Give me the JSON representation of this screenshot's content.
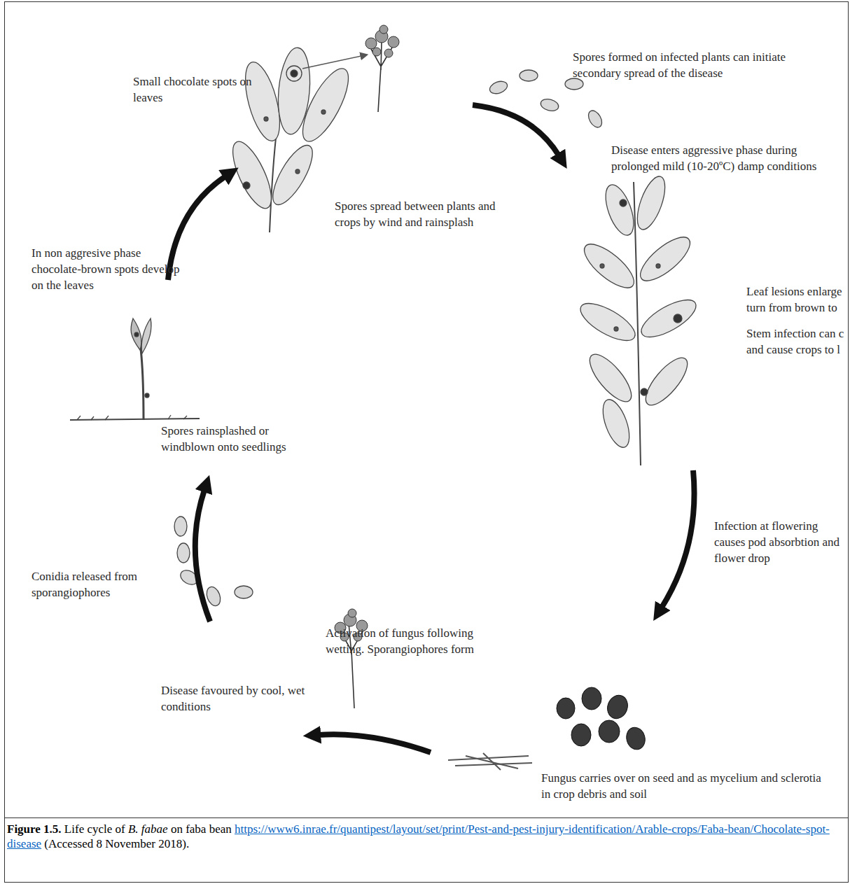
{
  "diagram": {
    "caption": "Figure 1.5. Life cycle of B. fabae on faba bean https://www6.inrae.fr/quantipest/layout/set/print/Pest-and-pest-injury-identification/Arable-crops/Faba-bean/Chocolate-spot-disease (Accessed 8 November 2018).",
    "labels": [
      "Small chocolate spots on leaves",
      "Spores formed on infected plants can initiate secondary spread of the disease",
      "Disease enters aggressive phase during prolonged mild (10-20ºC) damp conditions",
      "Spores spread between plants and crops by wind and rainsplash",
      "In non aggresive phase chocolate-brown spots develop on the leaves",
      "Leaf lesions enlarge turn from brown to",
      "Stem infection can c and cause crops to l",
      "Spores rainsplashed or windblown onto seedlings",
      "Infection at flowering causes pod absorbtion and flower drop",
      "Activation of fungus following wetting. Sporangiophores form",
      "Conidia released from sporangiophores",
      "Disease favoured by cool, wet conditions",
      "Fungus carries over on seed and as mycelium and sclerotia in crop debris and soil"
    ]
  }
}
